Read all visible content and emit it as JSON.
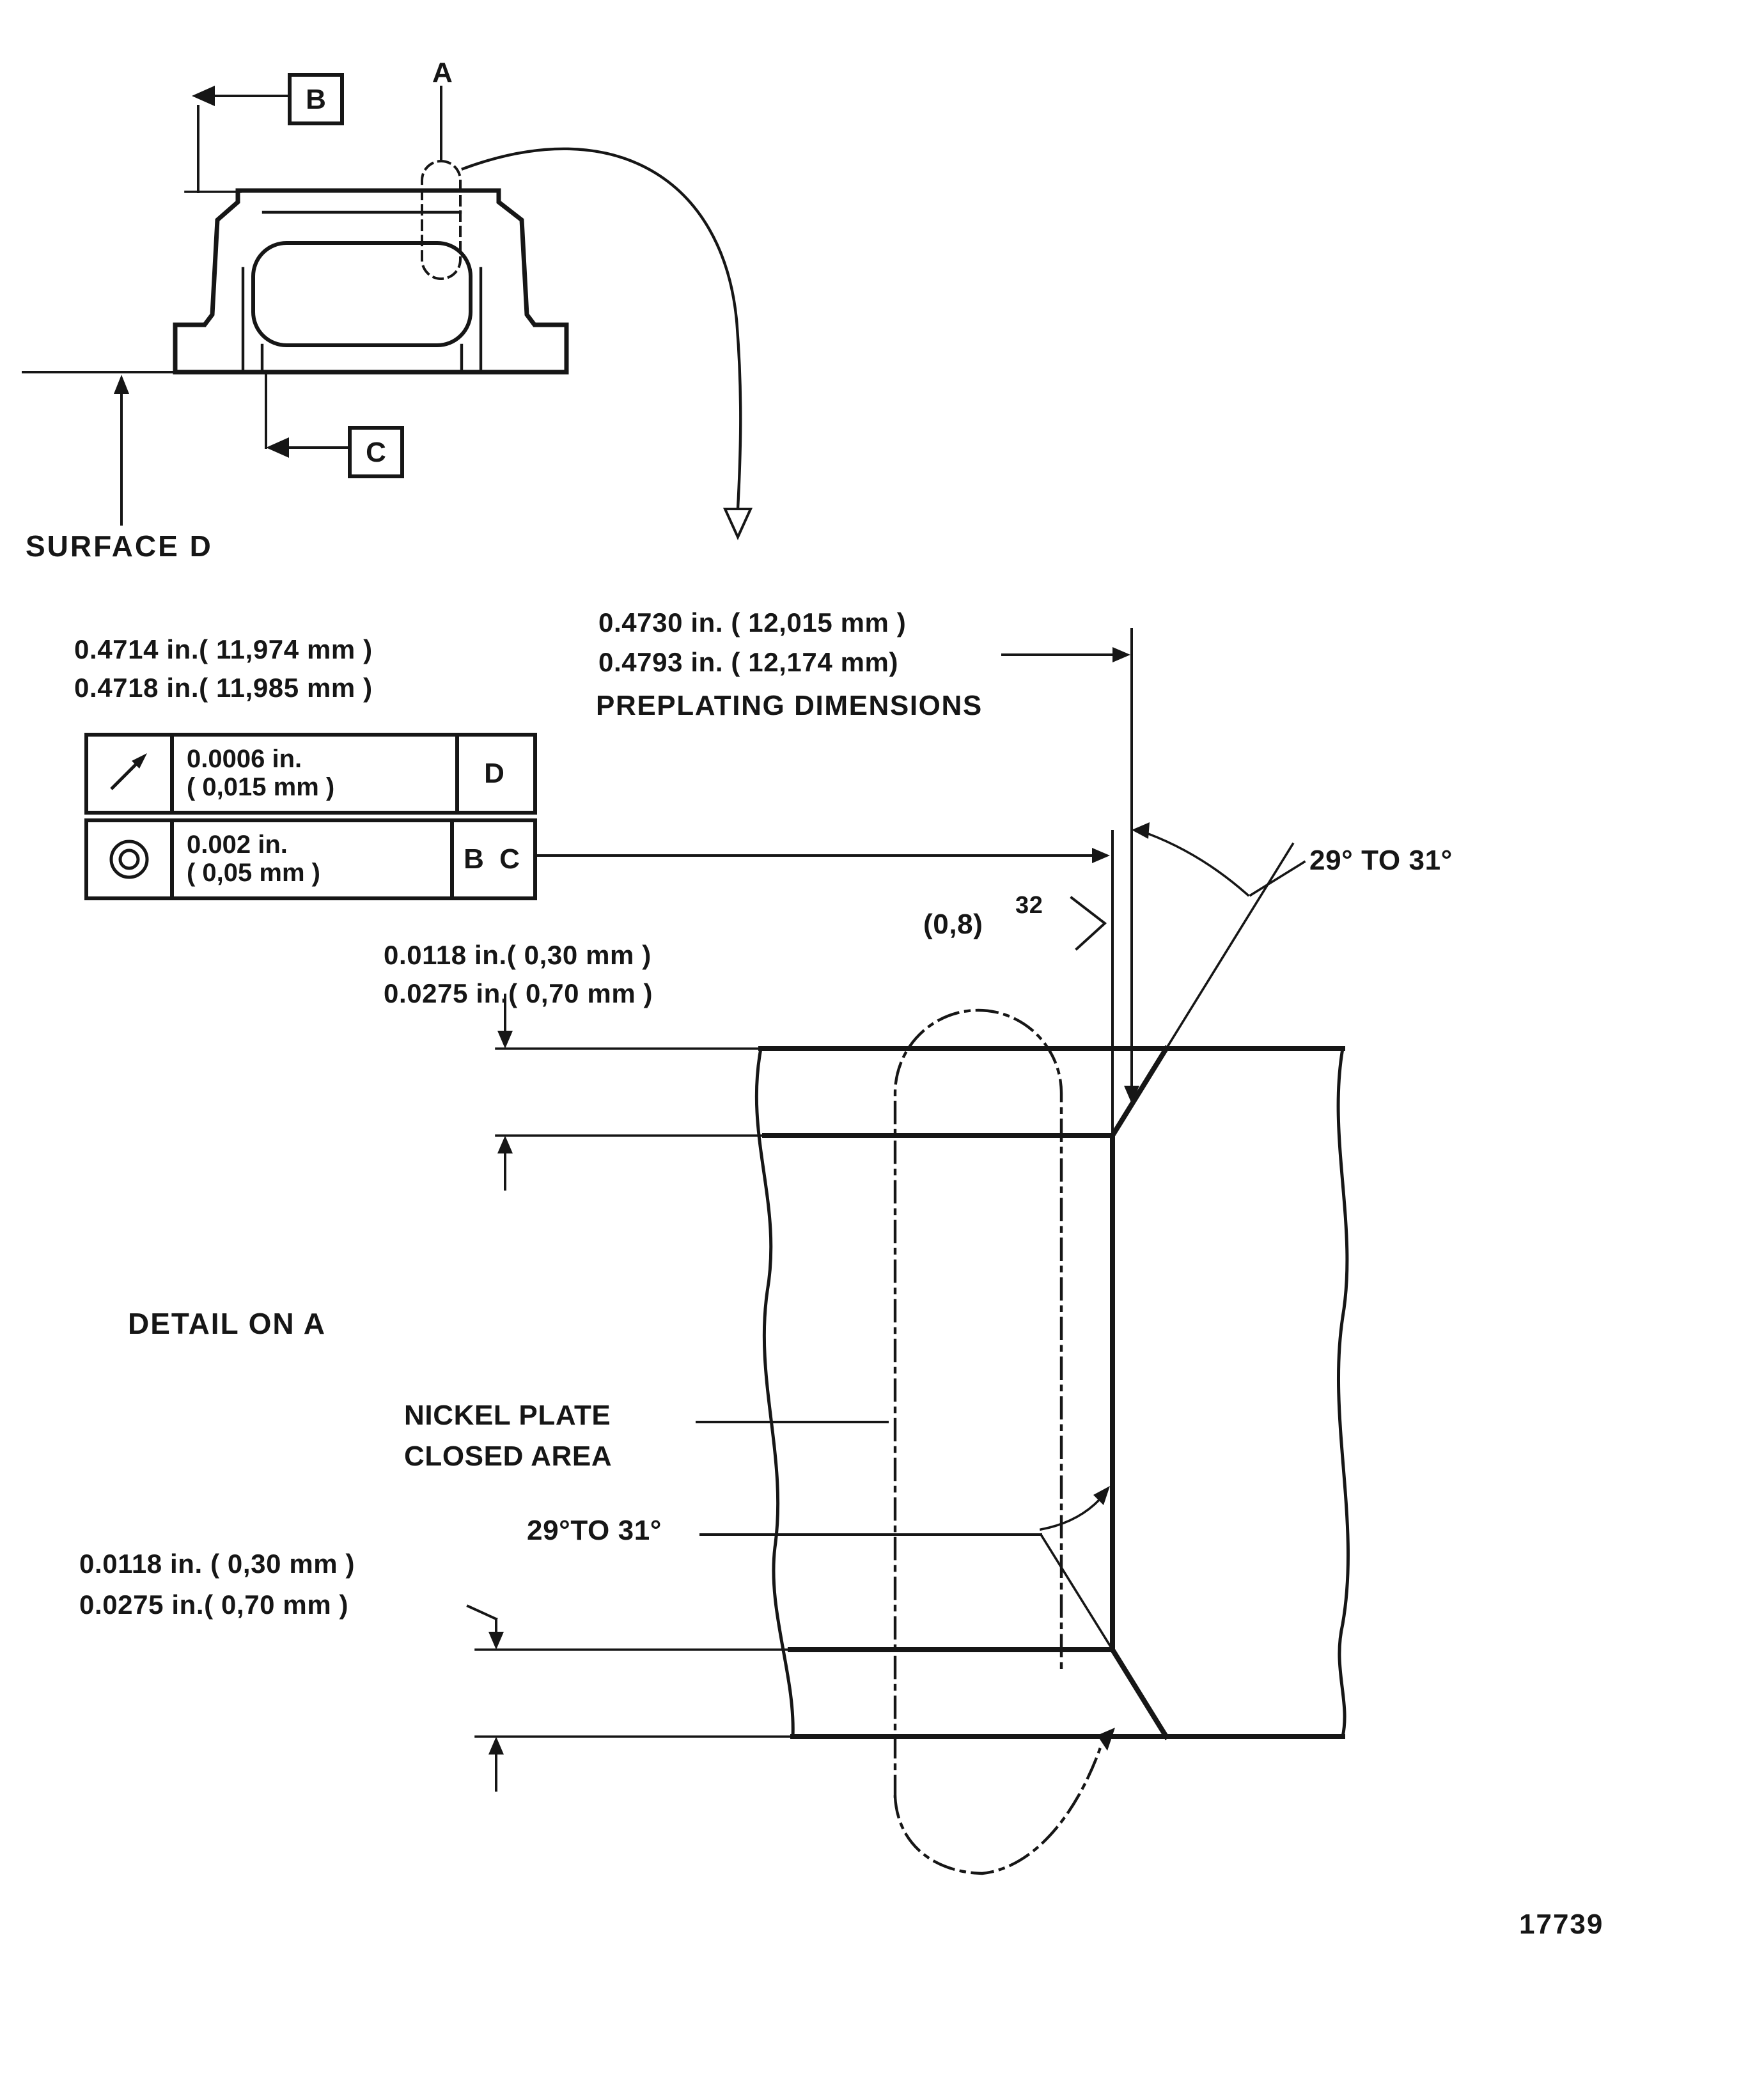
{
  "page": {
    "background": "#ffffff",
    "ink_color": "#161616",
    "figure_number": "17739"
  },
  "top_view": {
    "datum_a_label": "A",
    "datum_b_label": "B",
    "datum_c_label": "C",
    "surface_d_label": "SURFACE D"
  },
  "dimensions": {
    "finished_dia_line1": "0.4714 in.( 11,974 mm )",
    "finished_dia_line2": "0.4718 in.( 11,985 mm )",
    "preplate_dia_line1": "0.4730 in. ( 12,015 mm )",
    "preplate_dia_line2": "0.4793 in. ( 12,174 mm)",
    "preplate_caption": "PREPLATING DIMENSIONS",
    "plating_top_line1": "0.0118 in.( 0,30 mm )",
    "plating_top_line2": "0.0275 in.( 0,70 mm )",
    "plating_bottom_line1": "0.0118 in. ( 0,30 mm )",
    "plating_bottom_line2": "0.0275 in.( 0,70 mm )",
    "angle_top": "29° TO 31°",
    "angle_bottom": "29°TO 31°",
    "surface_finish_value": "(0,8)",
    "surface_finish_exponent": "32"
  },
  "feature_control_frames": [
    {
      "symbol": "runout-arrow",
      "tolerance_in": "0.0006 in.",
      "tolerance_mm": "( 0,015 mm )",
      "datums": "D"
    },
    {
      "symbol": "concentricity",
      "tolerance_in": "0.002 in.",
      "tolerance_mm": "( 0,05 mm )",
      "datums": "B C"
    }
  ],
  "detail_view": {
    "title": "DETAIL ON A",
    "note_line1": "NICKEL PLATE",
    "note_line2": "CLOSED AREA"
  }
}
